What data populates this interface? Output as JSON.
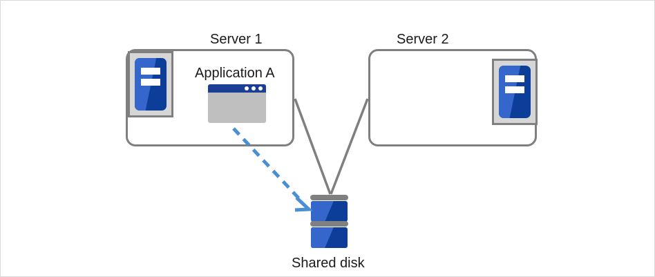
{
  "diagram": {
    "title_visible": false,
    "background_color": "#ffffff",
    "frame_border_color": "#d9d9d9",
    "nodes": {
      "server1": {
        "label": "Server 1",
        "icon": "server-machine-icon",
        "contains_application": true
      },
      "server2": {
        "label": "Server 2",
        "icon": "server-machine-icon",
        "contains_application": false
      },
      "application": {
        "label": "Application A",
        "icon": "application-window-icon"
      },
      "shared_disk": {
        "label": "Shared disk",
        "icon": "disk-stack-icon"
      }
    },
    "connectors": [
      {
        "name": "server1-to-disk",
        "from": "server1",
        "to": "shared_disk",
        "style": "solid",
        "color": "#7f7f7f",
        "arrow": false
      },
      {
        "name": "server2-to-disk",
        "from": "server2",
        "to": "shared_disk",
        "style": "solid",
        "color": "#7f7f7f",
        "arrow": false
      },
      {
        "name": "application-to-disk-access",
        "from": "application",
        "to": "shared_disk",
        "style": "dashed",
        "color": "#4a8fd1",
        "arrow": true
      }
    ],
    "colors": {
      "server_box_border": "#7f7f7f",
      "icon_frame_fill": "#d6d6d6",
      "icon_blue_light": "#3566cc",
      "icon_blue_dark": "#0b3d99",
      "window_titlebar": "#1b3f94",
      "window_body": "#bfbfbf",
      "disk_cap": "#808080",
      "dashed_arrow": "#4a8fd1",
      "text": "#1a1a1a"
    }
  }
}
